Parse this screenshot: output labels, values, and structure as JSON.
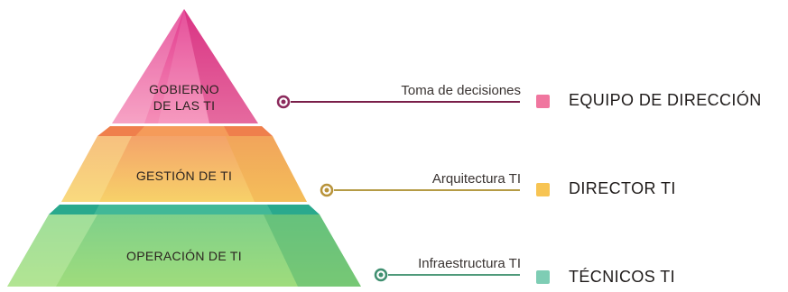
{
  "tiers": [
    {
      "lines": [
        "GOBIERNO",
        "DE LAS TI"
      ],
      "color": "#e14f9a"
    },
    {
      "lines": [
        "GESTIÓN DE TI"
      ],
      "color": "#f2b24a"
    },
    {
      "lines": [
        "OPERACIÓN DE TI"
      ],
      "color": "#6cc27a"
    }
  ],
  "connectors": [
    {
      "label": "Toma de decisiones",
      "line_color": "#7a1f4a",
      "dot_color": "#8b2a5c"
    },
    {
      "label": "Arquitectura TI",
      "line_color": "#b59b45",
      "dot_color": "#b8933a"
    },
    {
      "label": "Infraestructura TI",
      "line_color": "#4f9a7a",
      "dot_color": "#3f8f70"
    }
  ],
  "roles": [
    {
      "label": "EQUIPO DE DIRECCIÓN",
      "swatch": "#f0769f"
    },
    {
      "label": "DIRECTOR TI",
      "swatch": "#f7c453"
    },
    {
      "label": "TÉCNICOS TI",
      "swatch": "#7ecdb4"
    }
  ]
}
